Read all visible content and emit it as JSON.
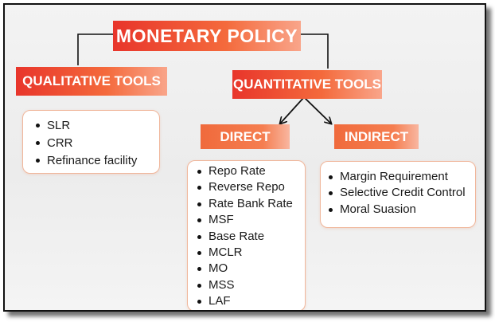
{
  "title": "MONETARY POLICY",
  "qualitative": {
    "label": "QUALITATIVE TOOLS",
    "items": [
      "SLR",
      "CRR",
      "Refinance facility"
    ]
  },
  "quantitative": {
    "label": "QUANTITATIVE TOOLS",
    "direct": {
      "label": "DIRECT",
      "items": [
        "Repo Rate",
        "Reverse Repo",
        "Rate Bank Rate",
        "MSF",
        "Base Rate",
        "MCLR",
        "MO",
        "MSS",
        "LAF"
      ]
    },
    "indirect": {
      "label": "INDIRECT",
      "items": [
        "Margin Requirement",
        "Selective Credit Control",
        "Moral Suasion"
      ]
    }
  },
  "colors": {
    "pill_start": "#e8352b",
    "pill_end": "#f9a58a",
    "box_border": "#f0b79c",
    "connector": "#111111"
  }
}
